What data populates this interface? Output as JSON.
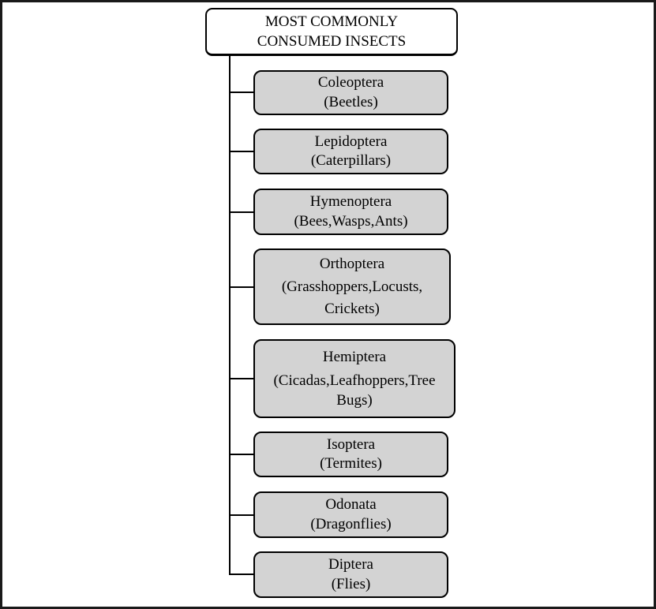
{
  "diagram": {
    "title": "MOST COMMONLY CONSUMED INSECTS",
    "type": "hierarchy-flowchart"
  },
  "root": {
    "title_lines": [
      "MOST COMMONLY",
      "CONSUMED INSECTS"
    ]
  },
  "children": [
    {
      "name": "Coleoptera",
      "sub_lines": [
        "(Beetles)"
      ]
    },
    {
      "name": "Lepidoptera",
      "sub_lines": [
        "(Caterpillars)"
      ]
    },
    {
      "name": "Hymenoptera",
      "sub_lines": [
        "(Bees,Wasps,Ants)"
      ]
    },
    {
      "name": "Orthoptera",
      "sub_lines": [
        "(Grasshoppers,Locusts,",
        "Crickets)"
      ]
    },
    {
      "name": "Hemiptera",
      "sub_lines": [
        "(Cicadas,Leafhoppers,Tree",
        "Bugs)"
      ]
    },
    {
      "name": "Isoptera",
      "sub_lines": [
        "(Termites)"
      ]
    },
    {
      "name": "Odonata",
      "sub_lines": [
        "(Dragonflies)"
      ]
    },
    {
      "name": "Diptera",
      "sub_lines": [
        "(Flies)"
      ]
    }
  ],
  "colors": {
    "node_fill": "#d3d3d3",
    "node_border": "#000000",
    "root_fill": "#ffffff",
    "connector_line": "#000000",
    "outer_frame": "#1a1a1a",
    "background": "#ffffff",
    "text": "#000000"
  }
}
